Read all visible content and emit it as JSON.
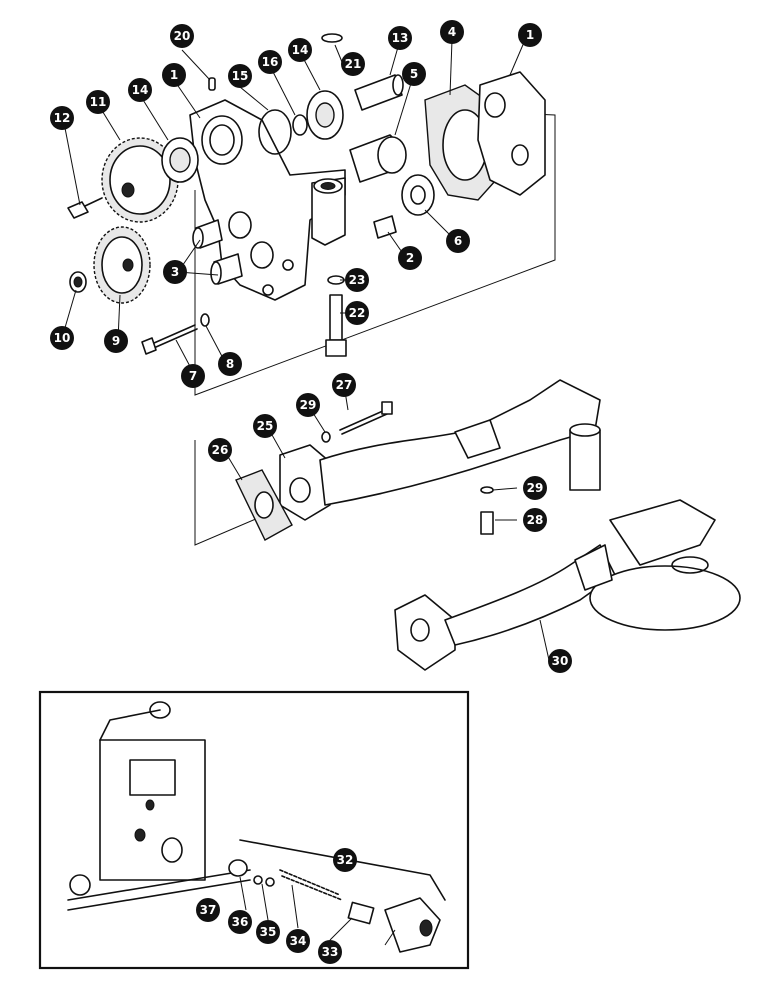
{
  "callouts": {
    "c1a": "1",
    "c1b": "1",
    "c2": "2",
    "c3": "3",
    "c4": "4",
    "c5": "5",
    "c6": "6",
    "c7": "7",
    "c8": "8",
    "c9": "9",
    "c10": "10",
    "c11": "11",
    "c12": "12",
    "c13": "13",
    "c14a": "14",
    "c14b": "14",
    "c15": "15",
    "c16": "16",
    "c20": "20",
    "c21": "21",
    "c22": "22",
    "c23": "23",
    "c25": "25",
    "c26": "26",
    "c27": "27",
    "c28": "28",
    "c29a": "29",
    "c29b": "29",
    "c30": "30",
    "c32": "32",
    "c33": "33",
    "c34": "34",
    "c35": "35",
    "c36": "36",
    "c37": "37"
  }
}
